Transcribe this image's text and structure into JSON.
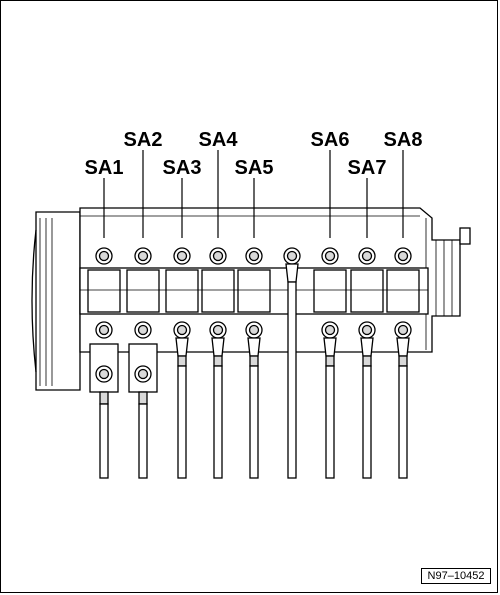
{
  "labels": {
    "sa1": "SA1",
    "sa2": "SA2",
    "sa3": "SA3",
    "sa4": "SA4",
    "sa5": "SA5",
    "sa6": "SA6",
    "sa7": "SA7",
    "sa8": "SA8"
  },
  "figure_ref": "N97–10452",
  "colors": {
    "line": "#000000",
    "shade": "#d9d9d9",
    "background": "#ffffff"
  }
}
